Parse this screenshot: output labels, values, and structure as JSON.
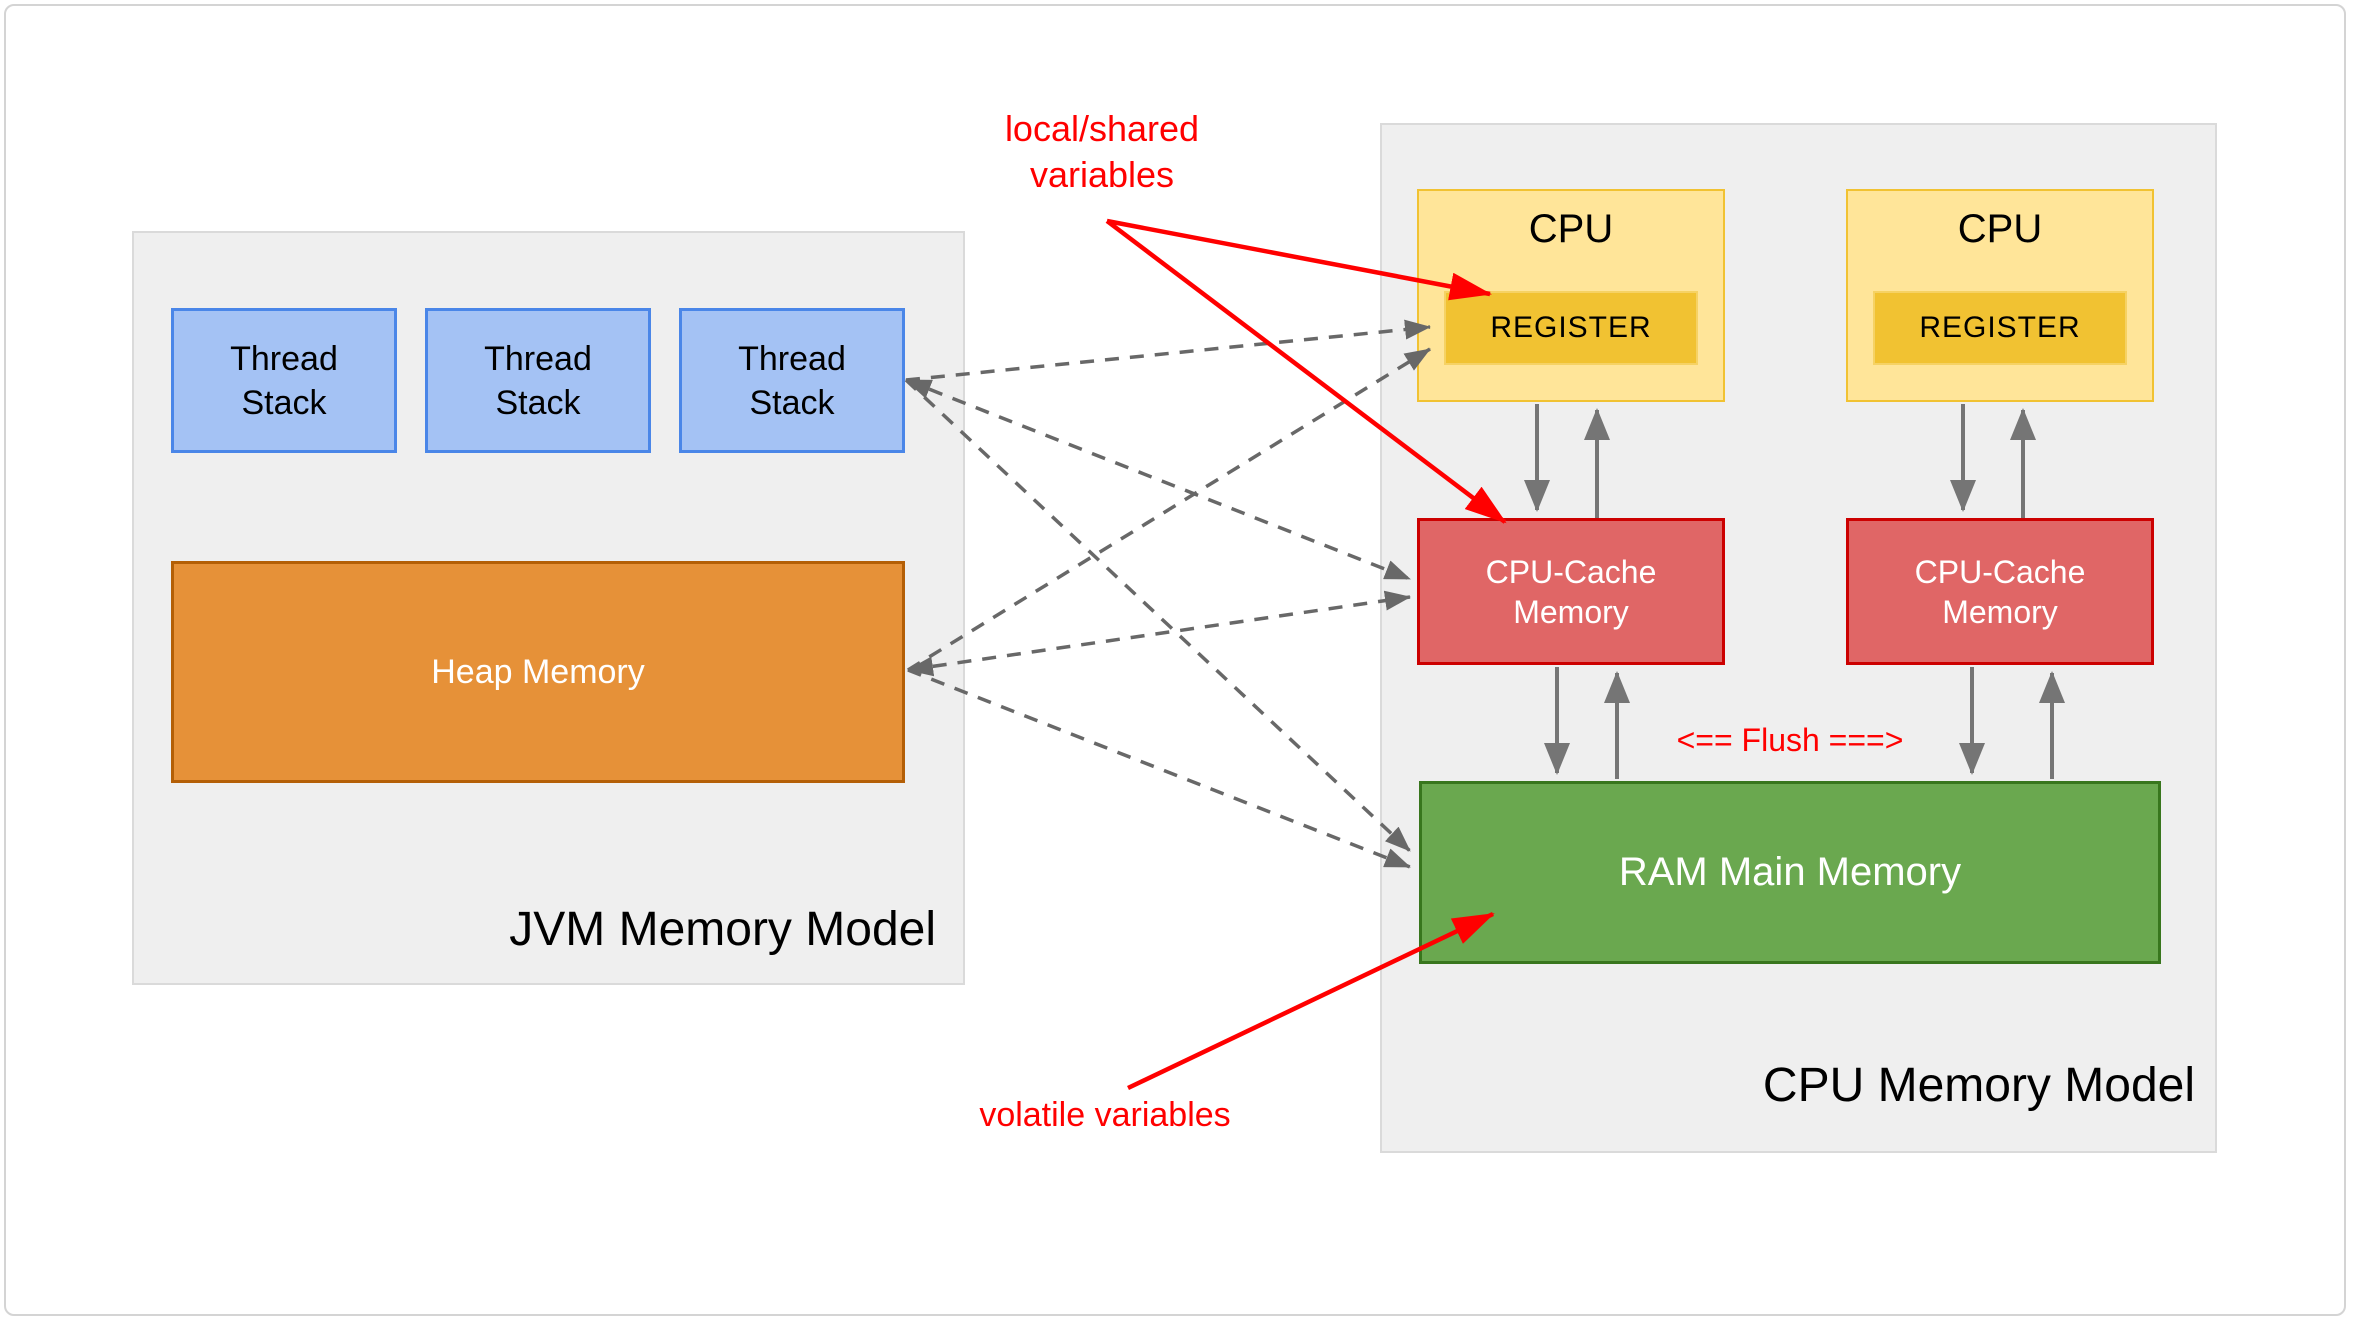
{
  "jvm": {
    "title": "JVM Memory Model",
    "thread_stacks": [
      "Thread Stack",
      "Thread Stack",
      "Thread Stack"
    ],
    "heap_label": "Heap Memory"
  },
  "cpu": {
    "title": "CPU Memory Model",
    "cpus": [
      {
        "label": "CPU",
        "register": "REGISTER",
        "cache": "CPU-Cache Memory"
      },
      {
        "label": "CPU",
        "register": "REGISTER",
        "cache": "CPU-Cache Memory"
      }
    ],
    "ram_label": "RAM Main Memory"
  },
  "annotations": {
    "local_shared": "local/shared variables",
    "volatile": "volatile variables",
    "flush": "<== Flush ===>"
  },
  "colors": {
    "thread_stack_fill": "#a4c2f4",
    "thread_stack_border": "#4a86e8",
    "heap_fill": "#e69138",
    "heap_border": "#b45f06",
    "cpu_fill": "#ffe599",
    "cpu_border": "#f1c232",
    "register_fill": "#f1c232",
    "cache_fill": "#e06666",
    "cache_border": "#cc0000",
    "ram_fill": "#6aa84f",
    "ram_border": "#38761d",
    "panel_fill": "#efefef",
    "panel_border": "#dadada",
    "annotation_red": "#ff0000",
    "arrow_gray": "#686868"
  }
}
